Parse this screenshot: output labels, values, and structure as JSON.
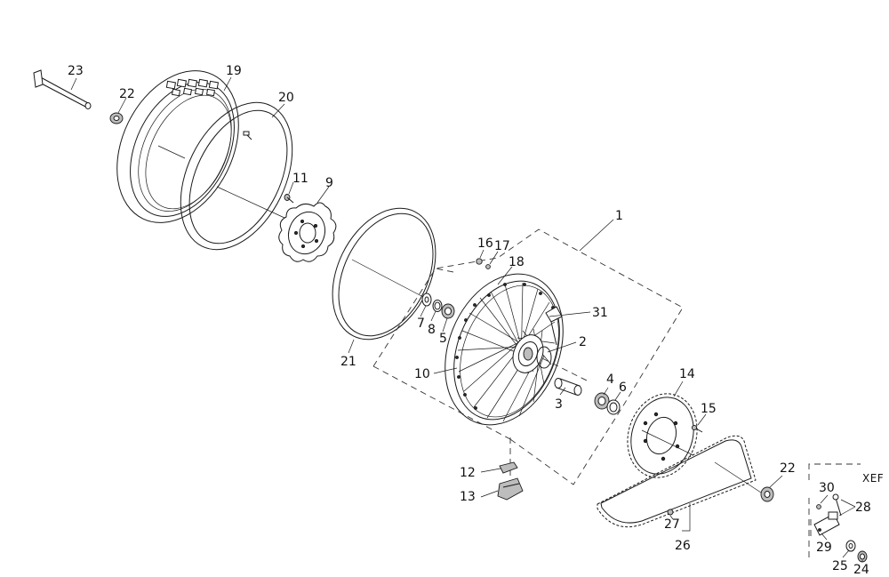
{
  "diagram": {
    "variant_tag": "XEF",
    "callouts": [
      {
        "id": "c23",
        "text": "23"
      },
      {
        "id": "c19",
        "text": "19"
      },
      {
        "id": "c22a",
        "text": "22"
      },
      {
        "id": "c20",
        "text": "20"
      },
      {
        "id": "c11",
        "text": "11"
      },
      {
        "id": "c9",
        "text": "9"
      },
      {
        "id": "c1",
        "text": "1"
      },
      {
        "id": "c16",
        "text": "16"
      },
      {
        "id": "c17",
        "text": "17"
      },
      {
        "id": "c18",
        "text": "18"
      },
      {
        "id": "c31",
        "text": "31"
      },
      {
        "id": "c2",
        "text": "2"
      },
      {
        "id": "c7",
        "text": "7"
      },
      {
        "id": "c8",
        "text": "8"
      },
      {
        "id": "c5",
        "text": "5"
      },
      {
        "id": "c21",
        "text": "21"
      },
      {
        "id": "c10",
        "text": "10"
      },
      {
        "id": "c3",
        "text": "3"
      },
      {
        "id": "c4",
        "text": "4"
      },
      {
        "id": "c6",
        "text": "6"
      },
      {
        "id": "c14",
        "text": "14"
      },
      {
        "id": "c15",
        "text": "15"
      },
      {
        "id": "c12",
        "text": "12"
      },
      {
        "id": "c13",
        "text": "13"
      },
      {
        "id": "c22b",
        "text": "22"
      },
      {
        "id": "c27",
        "text": "27"
      },
      {
        "id": "c26",
        "text": "26"
      },
      {
        "id": "c30",
        "text": "30"
      },
      {
        "id": "c28",
        "text": "28"
      },
      {
        "id": "c29",
        "text": "29"
      },
      {
        "id": "c25",
        "text": "25"
      },
      {
        "id": "c24",
        "text": "24"
      }
    ]
  }
}
